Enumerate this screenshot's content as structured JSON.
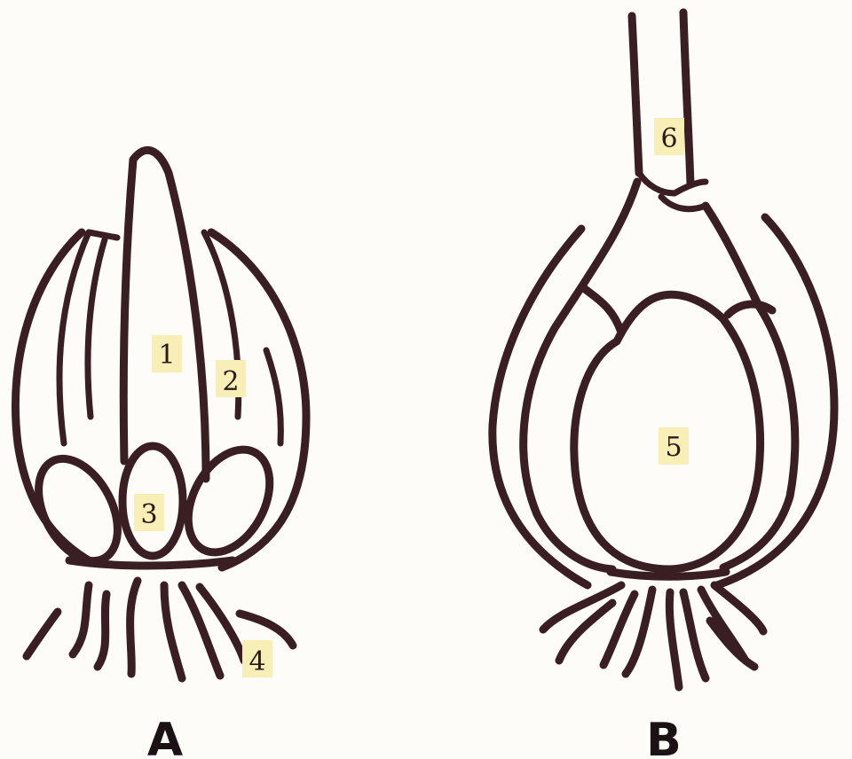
{
  "diagram": {
    "labels": {
      "l1": "1",
      "l2": "2",
      "l3": "3",
      "l4": "4",
      "l5": "5",
      "l6": "6"
    },
    "captions": {
      "a": "A",
      "b": "B"
    },
    "colors": {
      "ink": "#3a1f22",
      "label_highlight": "#f7efb6",
      "paper": "#fdfcf8"
    }
  }
}
